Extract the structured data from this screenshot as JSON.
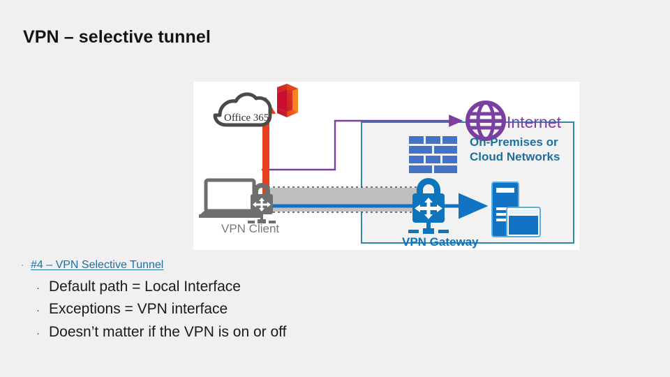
{
  "slide": {
    "title": "VPN – selective tunnel",
    "background_color": "#f0f0f0"
  },
  "diagram": {
    "panel_background": "#ffffff",
    "labels": {
      "office365": "Office 365",
      "internet": "Internet",
      "vpn_client": "VPN Client",
      "vpn_gateway": "VPN Gateway",
      "onprem_line1": "On-Premises or",
      "onprem_line2": "Cloud Networks"
    },
    "icons": {
      "cloud": "cloud-icon",
      "office_logo": "office-365-logo-icon",
      "globe": "globe-internet-icon",
      "laptop": "laptop-icon",
      "client_lock": "vpn-client-lock-icon",
      "gateway_lock": "vpn-gateway-lock-icon",
      "firewall": "firewall-brick-wall-icon",
      "server": "server-and-monitor-icon"
    },
    "colors": {
      "office_path": "#E8401C",
      "internet_path": "#7B3FA0",
      "vpn_path": "#1273C4",
      "tunnel_fill": "#BFBFBF",
      "network_box_border": "#2E86AB",
      "network_box_fill": "#F2F2F2",
      "gateway_blue": "#0D74BD",
      "firewall_blue": "#4472C4",
      "client_gray": "#6E6E6E",
      "cloud_gray": "#4A4A4A"
    }
  },
  "bullets": {
    "marker_level1": "·",
    "marker_level2": "·",
    "link": "#4 – VPN Selective Tunnel",
    "items": [
      "Default path = Local Interface",
      "Exceptions = VPN interface",
      "Doesn’t matter if the VPN is on or off"
    ]
  }
}
